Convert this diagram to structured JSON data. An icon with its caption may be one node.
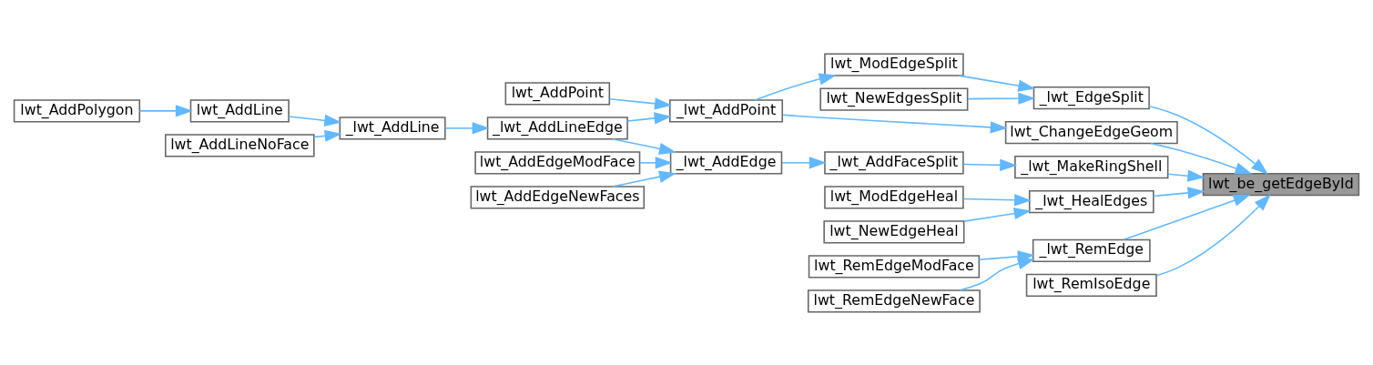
{
  "diagram": {
    "nodes": [
      {
        "text": [
          "lwt_be_getEdgeById"
        ]
      },
      {
        "text": [
          "_lwt_EdgeSplit"
        ]
      },
      {
        "text": [
          "lwt_ModEdgeSplit"
        ]
      },
      {
        "text": [
          "lwt_NewEdgesSplit"
        ]
      },
      {
        "text": [
          "_lwt_HealEdges"
        ]
      },
      {
        "text": [
          "lwt_ModEdgeHeal"
        ]
      },
      {
        "text": [
          "lwt_NewEdgeHeal"
        ]
      },
      {
        "text": [
          "lwt_ChangeEdgeGeom"
        ]
      },
      {
        "text": [
          "_lwt_AddPoint"
        ]
      },
      {
        "text": [
          "lwt_AddPoint"
        ]
      },
      {
        "text": [
          "_lwt_AddLineEdge"
        ]
      },
      {
        "text": [
          "_lwt_AddLine"
        ]
      },
      {
        "text": [
          "lwt_AddLine"
        ]
      },
      {
        "text": [
          "lwt_AddPolygon"
        ]
      },
      {
        "text": [
          "lwt_AddLineNoFace"
        ]
      },
      {
        "text": [
          "_lwt_RemEdge"
        ]
      },
      {
        "text": [
          "lwt_RemEdgeModFace"
        ]
      },
      {
        "text": [
          "lwt_RemEdgeNewFace"
        ]
      },
      {
        "text": [
          "_lwt_MakeRingShell"
        ]
      },
      {
        "text": [
          "_lwt_AddFaceSplit"
        ]
      },
      {
        "text": [
          "_lwt_AddEdge"
        ]
      },
      {
        "text": [
          "lwt_AddEdgeModFace"
        ]
      },
      {
        "text": [
          "lwt_AddEdgeNewFaces"
        ]
      },
      {
        "text": [
          "lwt_RemIsoEdge"
        ]
      }
    ],
    "edges": [
      {
        "from": 1,
        "to": 0,
        "arrow": "to"
      },
      {
        "from": 2,
        "to": 1,
        "arrow": "to"
      },
      {
        "from": 3,
        "to": 1,
        "arrow": "to"
      },
      {
        "from": 4,
        "to": 0,
        "arrow": "to"
      },
      {
        "from": 5,
        "to": 4,
        "arrow": "to"
      },
      {
        "from": 6,
        "to": 4,
        "arrow": "to"
      },
      {
        "from": 7,
        "to": 0,
        "arrow": "to"
      },
      {
        "from": 8,
        "to": 7,
        "arrow": "to"
      },
      {
        "from": 8,
        "to": 2,
        "arrow": "to"
      },
      {
        "from": 9,
        "to": 8,
        "arrow": "to"
      },
      {
        "from": 10,
        "to": 8,
        "arrow": "to"
      },
      {
        "from": 11,
        "to": 10,
        "arrow": "to"
      },
      {
        "from": 12,
        "to": 11,
        "arrow": "to"
      },
      {
        "from": 13,
        "to": 12,
        "arrow": "to"
      },
      {
        "from": 14,
        "to": 11,
        "arrow": "to"
      },
      {
        "from": 15,
        "to": 0,
        "arrow": "to"
      },
      {
        "from": 16,
        "to": 15,
        "arrow": "to"
      },
      {
        "from": 17,
        "to": 15,
        "arrow": "to"
      },
      {
        "from": 18,
        "to": 0,
        "arrow": "to"
      },
      {
        "from": 19,
        "to": 18,
        "arrow": "to"
      },
      {
        "from": 20,
        "to": 19,
        "arrow": "to"
      },
      {
        "from": 10,
        "to": 20,
        "arrow": "to"
      },
      {
        "from": 21,
        "to": 20,
        "arrow": "to"
      },
      {
        "from": 22,
        "to": 20,
        "arrow": "to"
      },
      {
        "from": 23,
        "to": 0,
        "arrow": "to"
      }
    ]
  }
}
